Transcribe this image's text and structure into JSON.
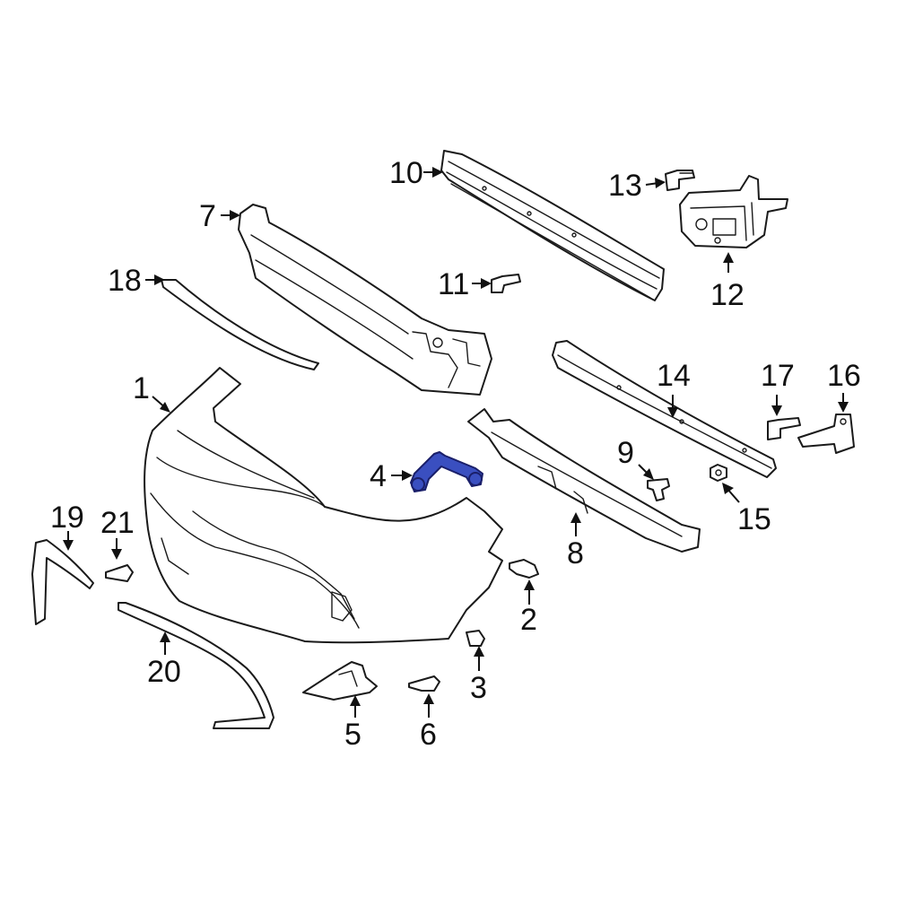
{
  "diagram": {
    "highlight_color": "#3a4fc0",
    "callouts": [
      "1",
      "2",
      "3",
      "4",
      "5",
      "6",
      "7",
      "8",
      "9",
      "10",
      "11",
      "12",
      "13",
      "14",
      "15",
      "16",
      "17",
      "18",
      "19",
      "20",
      "21"
    ],
    "highlighted_part": "4"
  }
}
